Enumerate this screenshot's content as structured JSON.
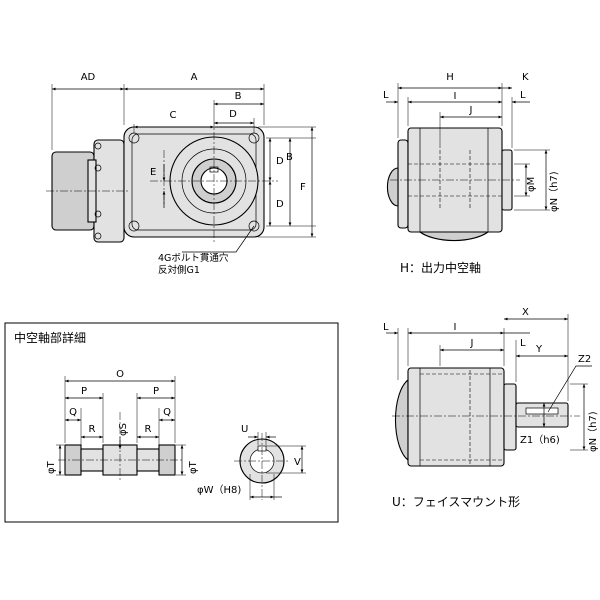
{
  "top_left_view": {
    "dims": {
      "ad": "AD",
      "a": "A",
      "b_top": "B",
      "c": "C",
      "d_top": "D",
      "d_right1": "D",
      "b_right": "B",
      "d_right2": "D",
      "e": "E",
      "f": "F"
    },
    "note_line1": "4Gボルト貫通穴",
    "note_line2": "反対側G1"
  },
  "top_right_view": {
    "dims": {
      "h": "H",
      "k": "K",
      "l_left": "L",
      "i": "I",
      "l_right": "L",
      "j": "J",
      "m": "φM",
      "n": "φN（h7)"
    },
    "caption": "H：出力中空軸"
  },
  "detail_box": {
    "title": "中空軸部詳細",
    "dims": {
      "o": "O",
      "p_left": "P",
      "p_right": "P",
      "q_left": "Q",
      "q_right": "Q",
      "r_left": "R",
      "r_right": "R",
      "s": "φS",
      "t_left": "φT",
      "t_right": "φT",
      "u": "U",
      "v": "V",
      "w": "φW（H8)"
    }
  },
  "bottom_right_view": {
    "dims": {
      "x": "X",
      "l_left": "L",
      "i": "I",
      "l_right": "L",
      "j": "J",
      "y": "Y",
      "z2": "Z2",
      "z1": "Z1（h6)",
      "n": "φN（h7)"
    },
    "caption": "U：フェイスマウント形"
  }
}
